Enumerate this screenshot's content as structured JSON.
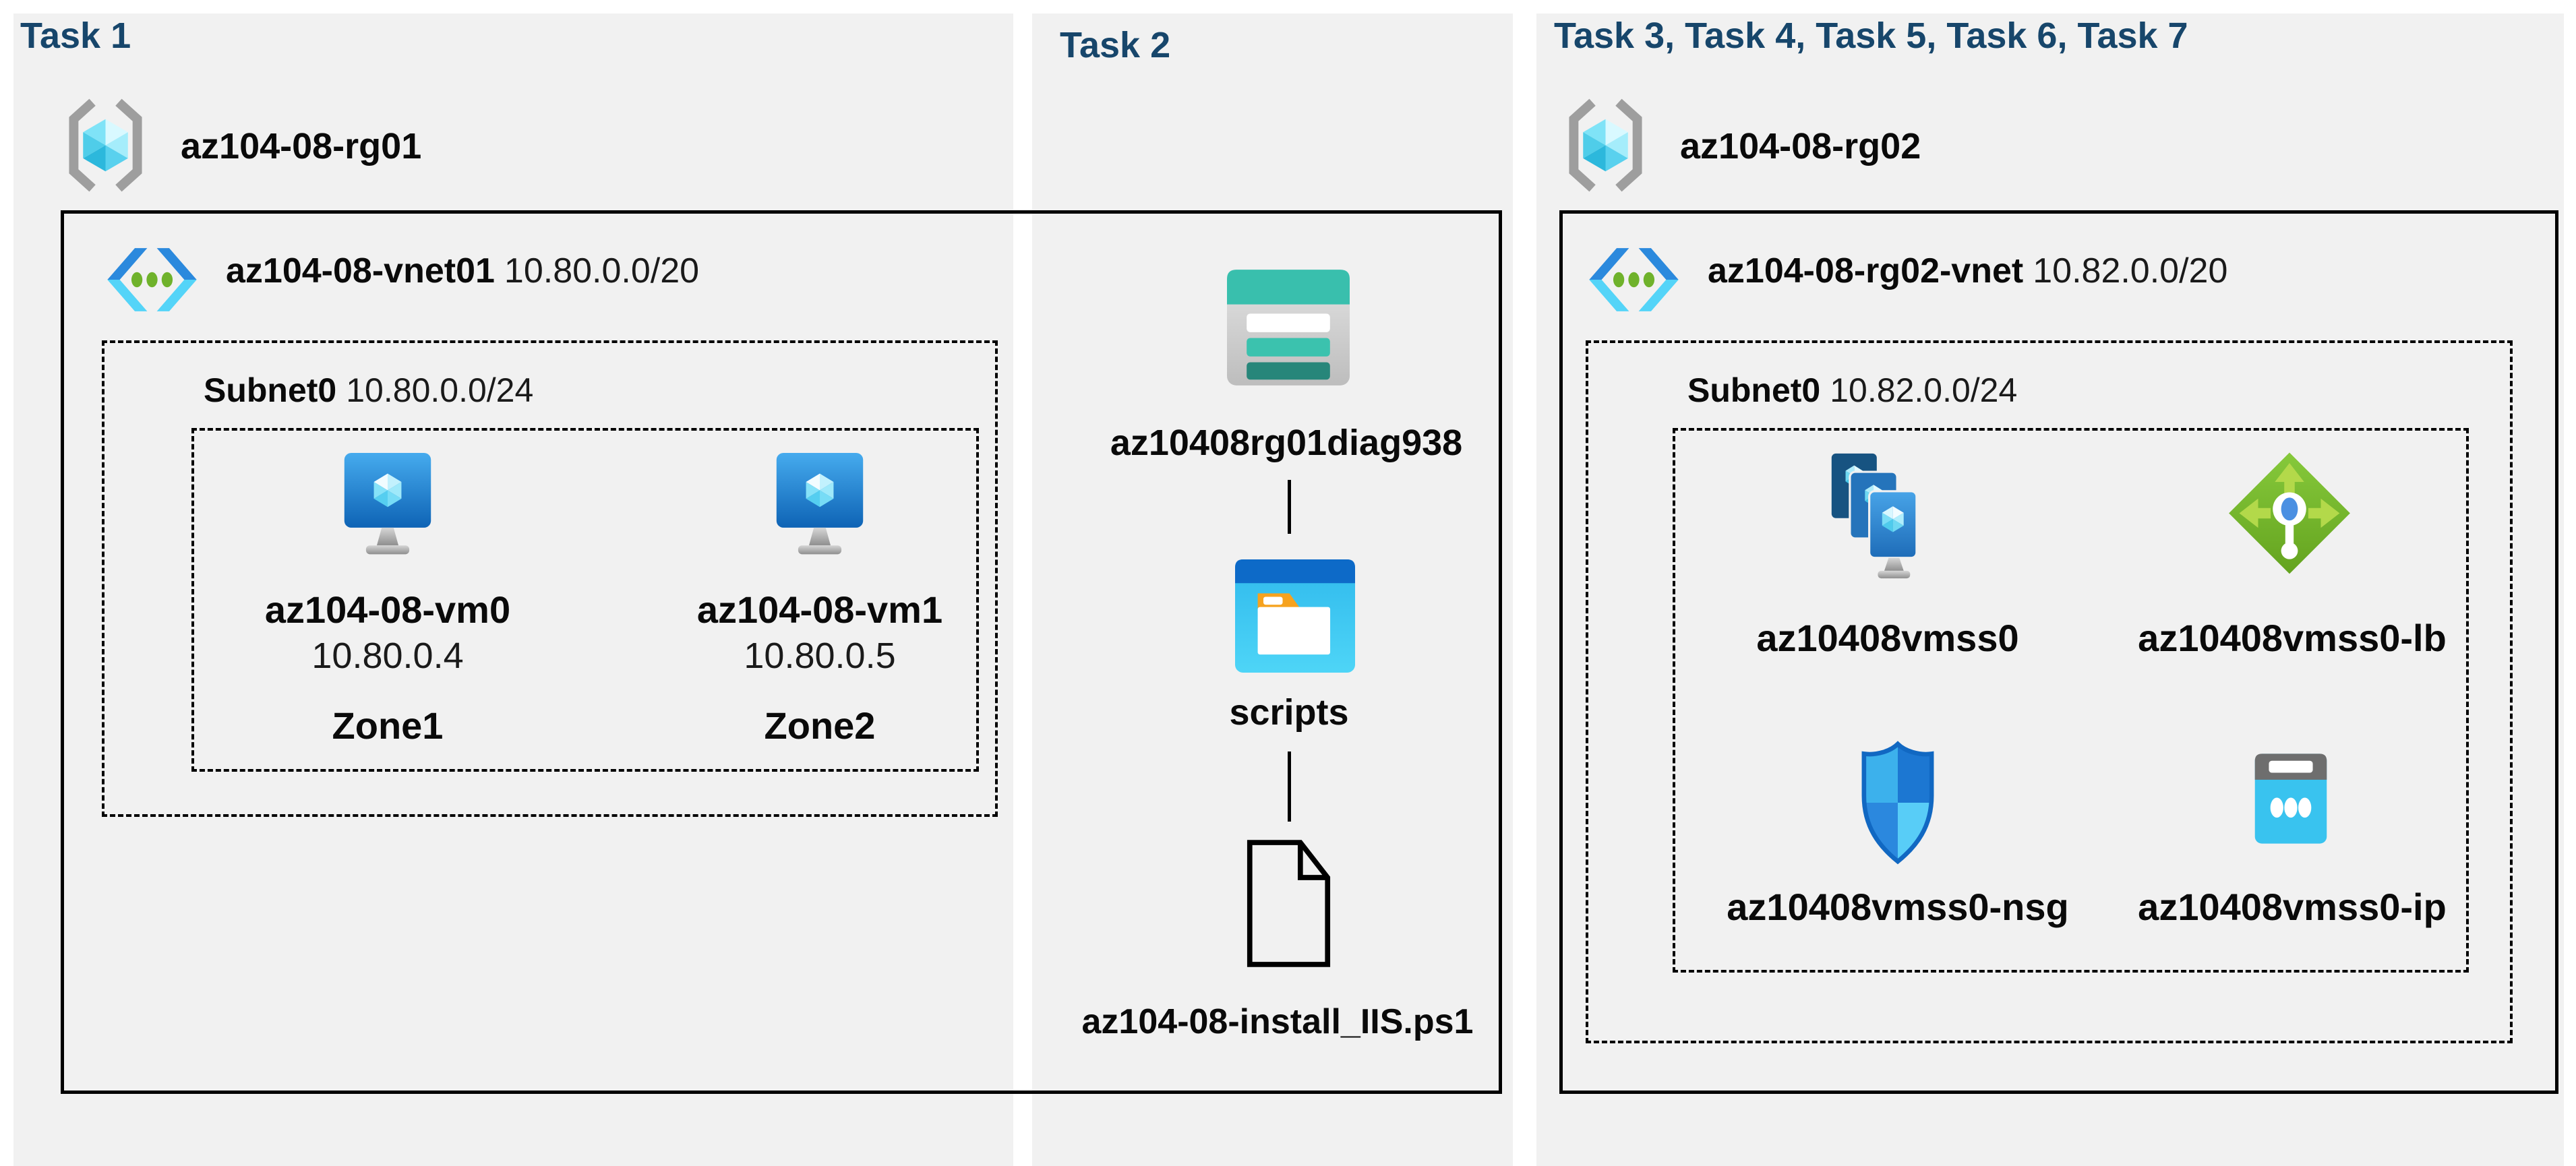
{
  "colors": {
    "page_background": "#FFFFFF",
    "panel_background": "#F1F1F1",
    "task_title": "#17466B",
    "box_border": "#000000",
    "vm_blue": "#2E8FD8",
    "vnet_chevron_blue": "#2B89DD",
    "vnet_chevron_cyan": "#54D4F8",
    "vnet_dot_green": "#6FB22B",
    "load_balancer_green": "#79B929",
    "storage_teal": "#39BFAD",
    "public_ip_cyan": "#39C3EF",
    "nsg_shield_blue": "#1C77D2",
    "folder_tab_orange": "#F6A21E"
  },
  "task1": {
    "title": "Task 1",
    "resource_group": "az104-08-rg01",
    "vnet": {
      "name": "az104-08-vnet01",
      "cidr": "10.80.0.0/20"
    },
    "subnet": {
      "name": "Subnet0",
      "cidr": "10.80.0.0/24"
    },
    "vms": [
      {
        "name": "az104-08-vm0",
        "ip": "10.80.0.4",
        "zone": "Zone1"
      },
      {
        "name": "az104-08-vm1",
        "ip": "10.80.0.5",
        "zone": "Zone2"
      }
    ]
  },
  "task2": {
    "title": "Task 2",
    "storage_account": "az10408rg01diag938",
    "container": "scripts",
    "script_file": "az104-08-install_IIS.ps1"
  },
  "task3": {
    "title": "Task 3, Task 4, Task 5, Task 6, Task 7",
    "resource_group": "az104-08-rg02",
    "vnet": {
      "name": "az104-08-rg02-vnet",
      "cidr": "10.82.0.0/20"
    },
    "subnet": {
      "name": "Subnet0",
      "cidr": "10.82.0.0/24"
    },
    "resources": [
      {
        "name": "az10408vmss0",
        "type": "virtual-machine-scale-set"
      },
      {
        "name": "az10408vmss0-lb",
        "type": "load-balancer"
      },
      {
        "name": "az10408vmss0-nsg",
        "type": "network-security-group"
      },
      {
        "name": "az10408vmss0-ip",
        "type": "public-ip-address"
      }
    ]
  }
}
